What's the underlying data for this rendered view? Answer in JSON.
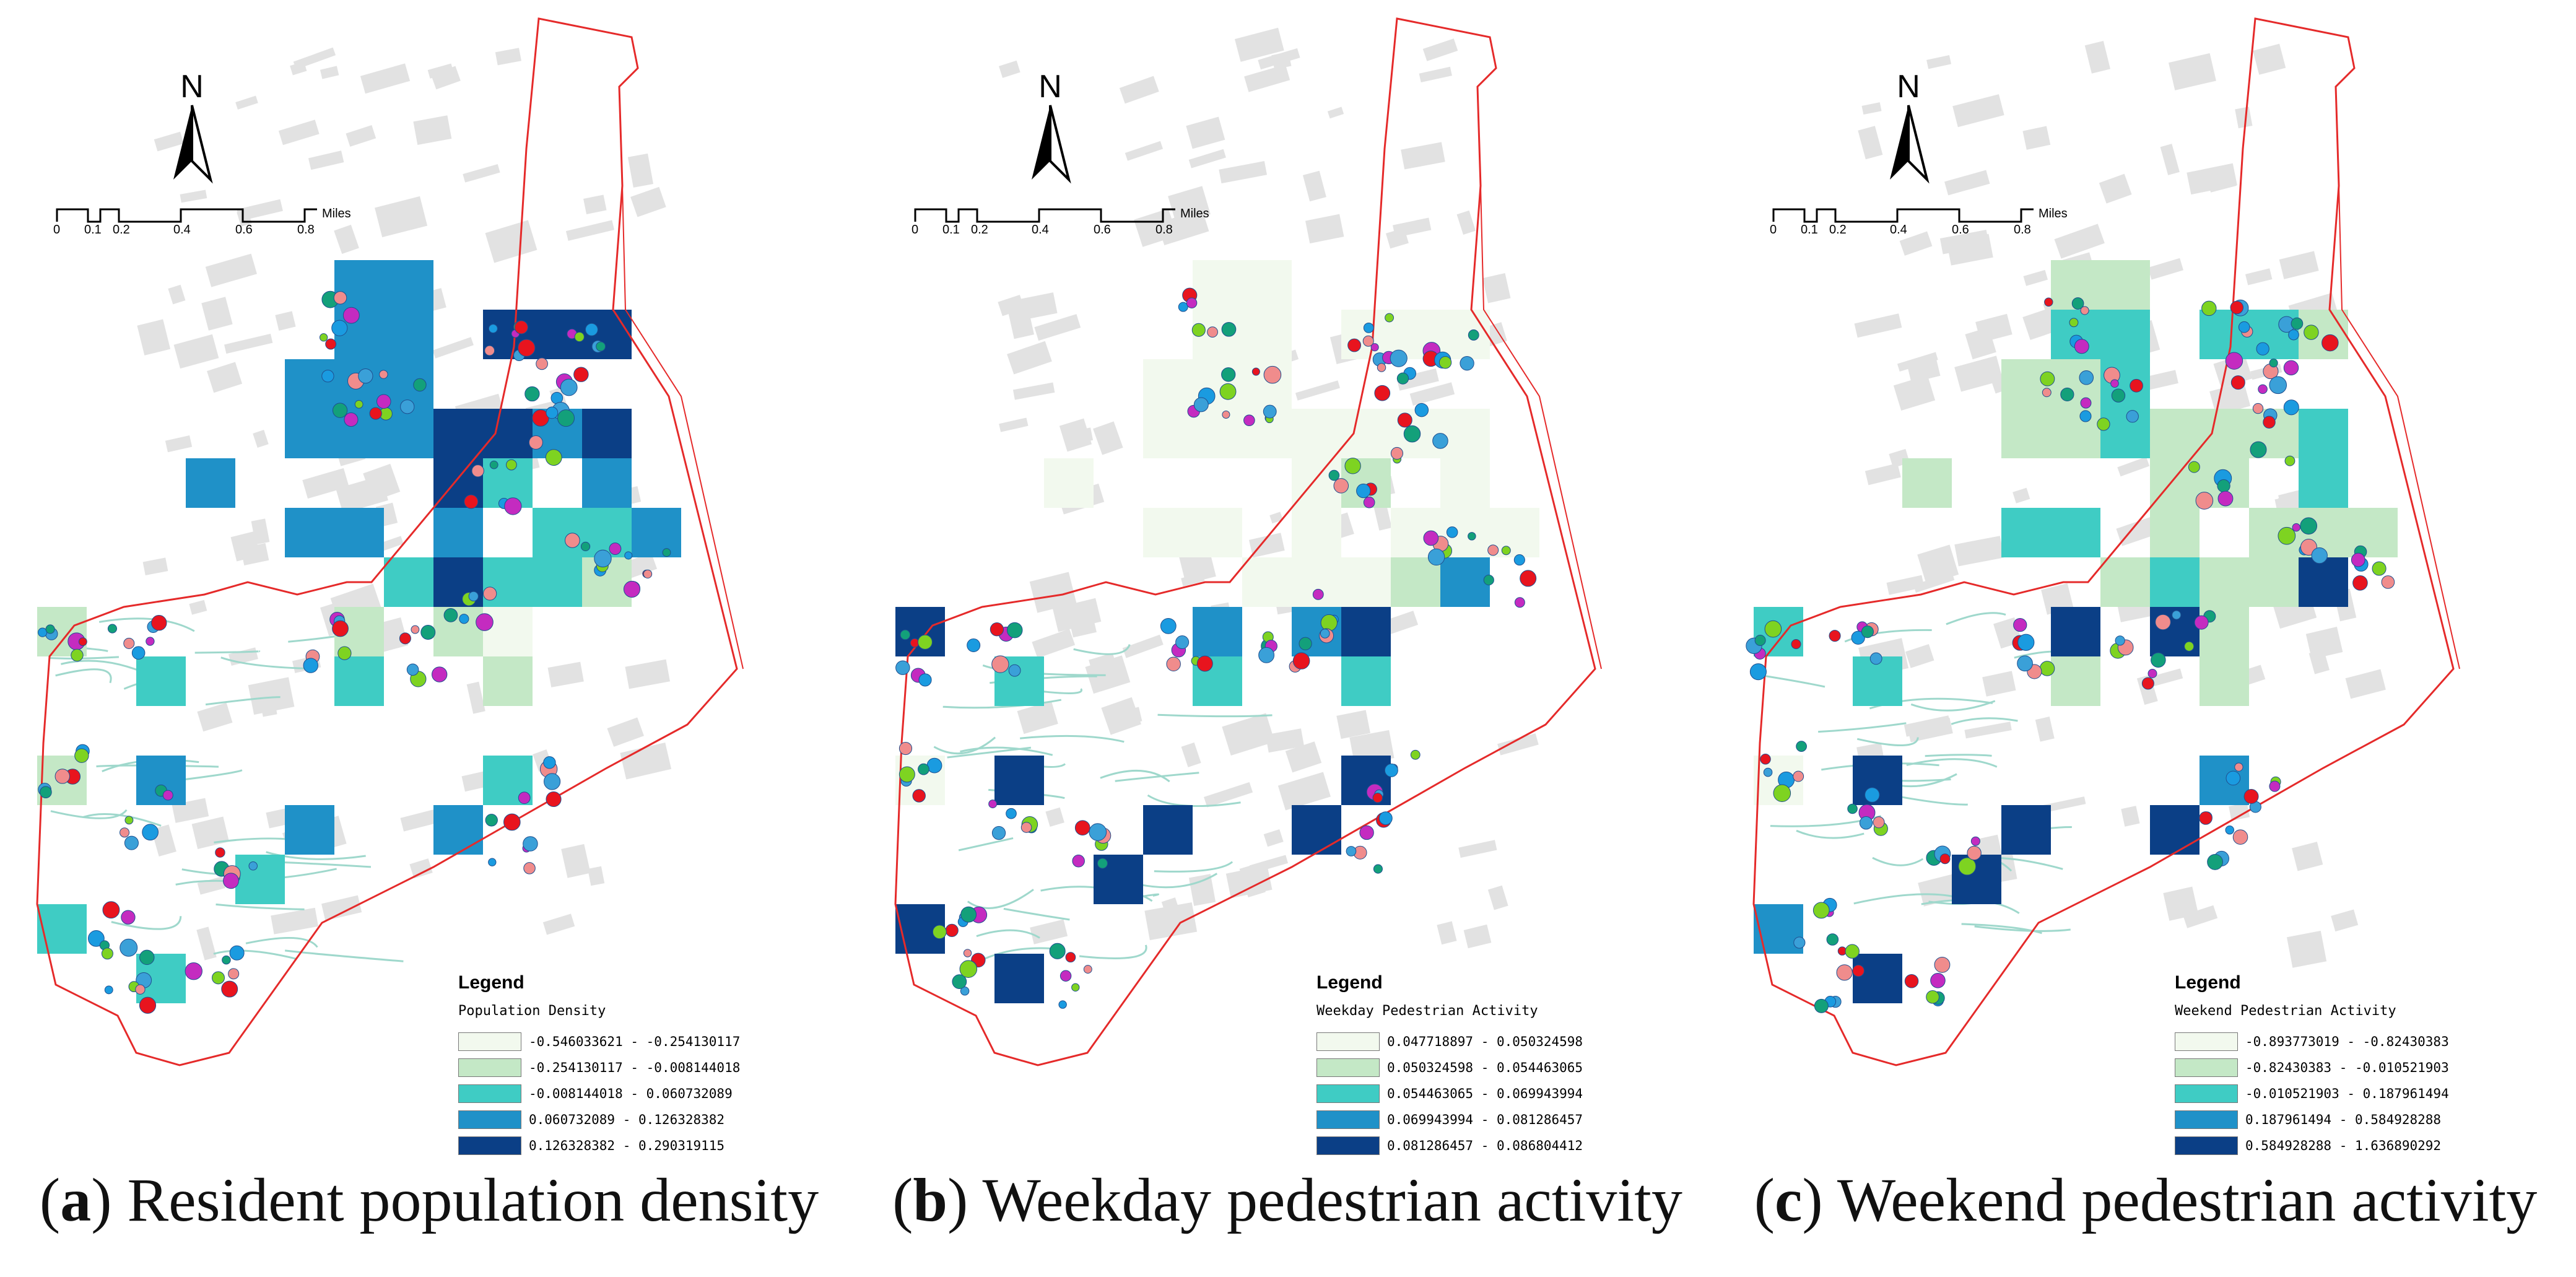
{
  "figure": {
    "palette": {
      "class_colors": [
        "#f2f9ee",
        "#c4e8c6",
        "#3fccc4",
        "#1f91c8",
        "#0b3f86"
      ],
      "boundary_color": "#e52a2a",
      "building_color": "#e2e2e2",
      "road_color": "#9fd8cc",
      "point_colors": [
        "#e8141e",
        "#1a9be0",
        "#13a07a",
        "#7ed321",
        "#f08c8c",
        "#c42bc0",
        "#3aa0d8"
      ]
    },
    "panels": [
      {
        "id": "a",
        "caption_letter": "a",
        "caption_text": ") Resident population density",
        "caption_open": "(",
        "north_letter": "N",
        "scale_ticks": [
          "0",
          "0.1",
          "0.2",
          "0.4",
          "0.6",
          "0.8"
        ],
        "scale_unit": "Miles",
        "legend_title": "Legend",
        "legend_subtitle": "Population Density",
        "legend_classes": [
          "-0.546033621 - -0.254130117",
          "-0.254130117 - -0.008144018",
          "-0.008144018 - 0.060732089",
          "0.060732089 - 0.126328382",
          "0.126328382 - 0.290319115"
        ],
        "cell_classes": [
          3,
          3,
          3,
          3,
          3,
          3,
          3,
          4,
          4,
          4,
          3,
          3,
          3,
          3,
          4,
          4,
          3,
          4,
          4,
          2,
          3,
          3,
          3,
          3,
          2,
          2,
          3,
          2,
          4,
          2,
          2,
          1,
          1,
          1,
          0,
          1,
          2,
          1,
          2,
          1,
          3,
          2,
          3,
          3,
          2,
          2,
          2
        ]
      },
      {
        "id": "b",
        "caption_letter": "b",
        "caption_text": ") Weekday pedestrian activity",
        "caption_open": "(",
        "north_letter": "N",
        "scale_ticks": [
          "0",
          "0.1",
          "0.2",
          "0.4",
          "0.6",
          "0.8"
        ],
        "scale_unit": "Miles",
        "legend_title": "Legend",
        "legend_subtitle": "Weekday Pedestrian Activity",
        "legend_classes": [
          "0.047718897 - 0.050324598",
          "0.050324598 - 0.054463065",
          "0.054463065 - 0.069943994",
          "0.069943994 - 0.081286457",
          "0.081286457 - 0.086804412"
        ],
        "cell_classes": [
          0,
          0,
          0,
          0,
          0,
          0,
          0,
          0,
          0,
          0,
          0,
          0,
          0,
          0,
          0,
          0,
          0,
          0,
          0,
          1,
          0,
          0,
          0,
          0,
          0,
          0,
          0,
          0,
          0,
          0,
          1,
          3,
          3,
          3,
          4,
          4,
          2,
          2,
          2,
          0,
          4,
          4,
          4,
          4,
          4,
          4,
          4
        ]
      },
      {
        "id": "c",
        "caption_letter": "c",
        "caption_text": ") Weekend pedestrian activity",
        "caption_open": "(",
        "north_letter": "N",
        "scale_ticks": [
          "0",
          "0.1",
          "0.2",
          "0.4",
          "0.6",
          "0.8"
        ],
        "scale_unit": "Miles",
        "legend_title": "Legend",
        "legend_subtitle": "Weekend Pedestrian Activity",
        "legend_classes": [
          "-0.893773019 - -0.82430383",
          "-0.82430383 - -0.010521903",
          "-0.010521903 - 0.187961494",
          "0.187961494 - 0.584928288",
          "0.584928288 - 1.636890292"
        ],
        "cell_classes": [
          1,
          1,
          2,
          2,
          1,
          1,
          2,
          2,
          2,
          1,
          1,
          1,
          2,
          1,
          1,
          1,
          1,
          2,
          1,
          1,
          2,
          2,
          2,
          1,
          1,
          1,
          1,
          1,
          2,
          1,
          1,
          4,
          4,
          4,
          1,
          2,
          2,
          1,
          1,
          0,
          4,
          3,
          4,
          4,
          4,
          3,
          4
        ]
      }
    ]
  }
}
